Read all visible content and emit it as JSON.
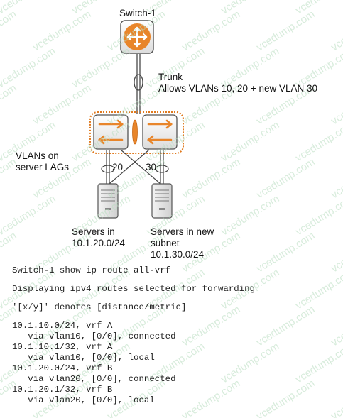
{
  "switch_label": "Switch-1",
  "trunk": {
    "title": "Trunk",
    "detail": "Allows VLANs 10, 20 + new VLAN 30"
  },
  "vlans_label": {
    "line1": "VLANs on",
    "line2": "server LAGs"
  },
  "vlan_tags": {
    "left": "20",
    "right": "30"
  },
  "servers_left": {
    "line1": "Servers in",
    "line2": "10.1.20.0/24"
  },
  "servers_right": {
    "line1": "Servers in new",
    "line2": "subnet",
    "line3": "10.1.30.0/24"
  },
  "cli": {
    "command": "Switch-1 show ip route all-vrf",
    "heading": "Displaying ipv4 routes selected for forwarding",
    "legend": "'[x/y]' denotes [distance/metric]",
    "routes": [
      "10.1.10.0/24, vrf A",
      "   via vlan10, [0/0], connected",
      "10.1.10.1/32, vrf A",
      "   via vlan10, [0/0], local",
      "10.1.20.0/24, vrf B",
      "   via vlan20, [0/0], connected",
      "10.1.20.1/32, vrf B",
      "   via vlan20, [0/0], local"
    ]
  },
  "watermark": "vcedump.com",
  "colors": {
    "switch_orange": "#e8852a",
    "lag_outline": "#e07a1f",
    "watermark_green": "#b8dcc0"
  }
}
